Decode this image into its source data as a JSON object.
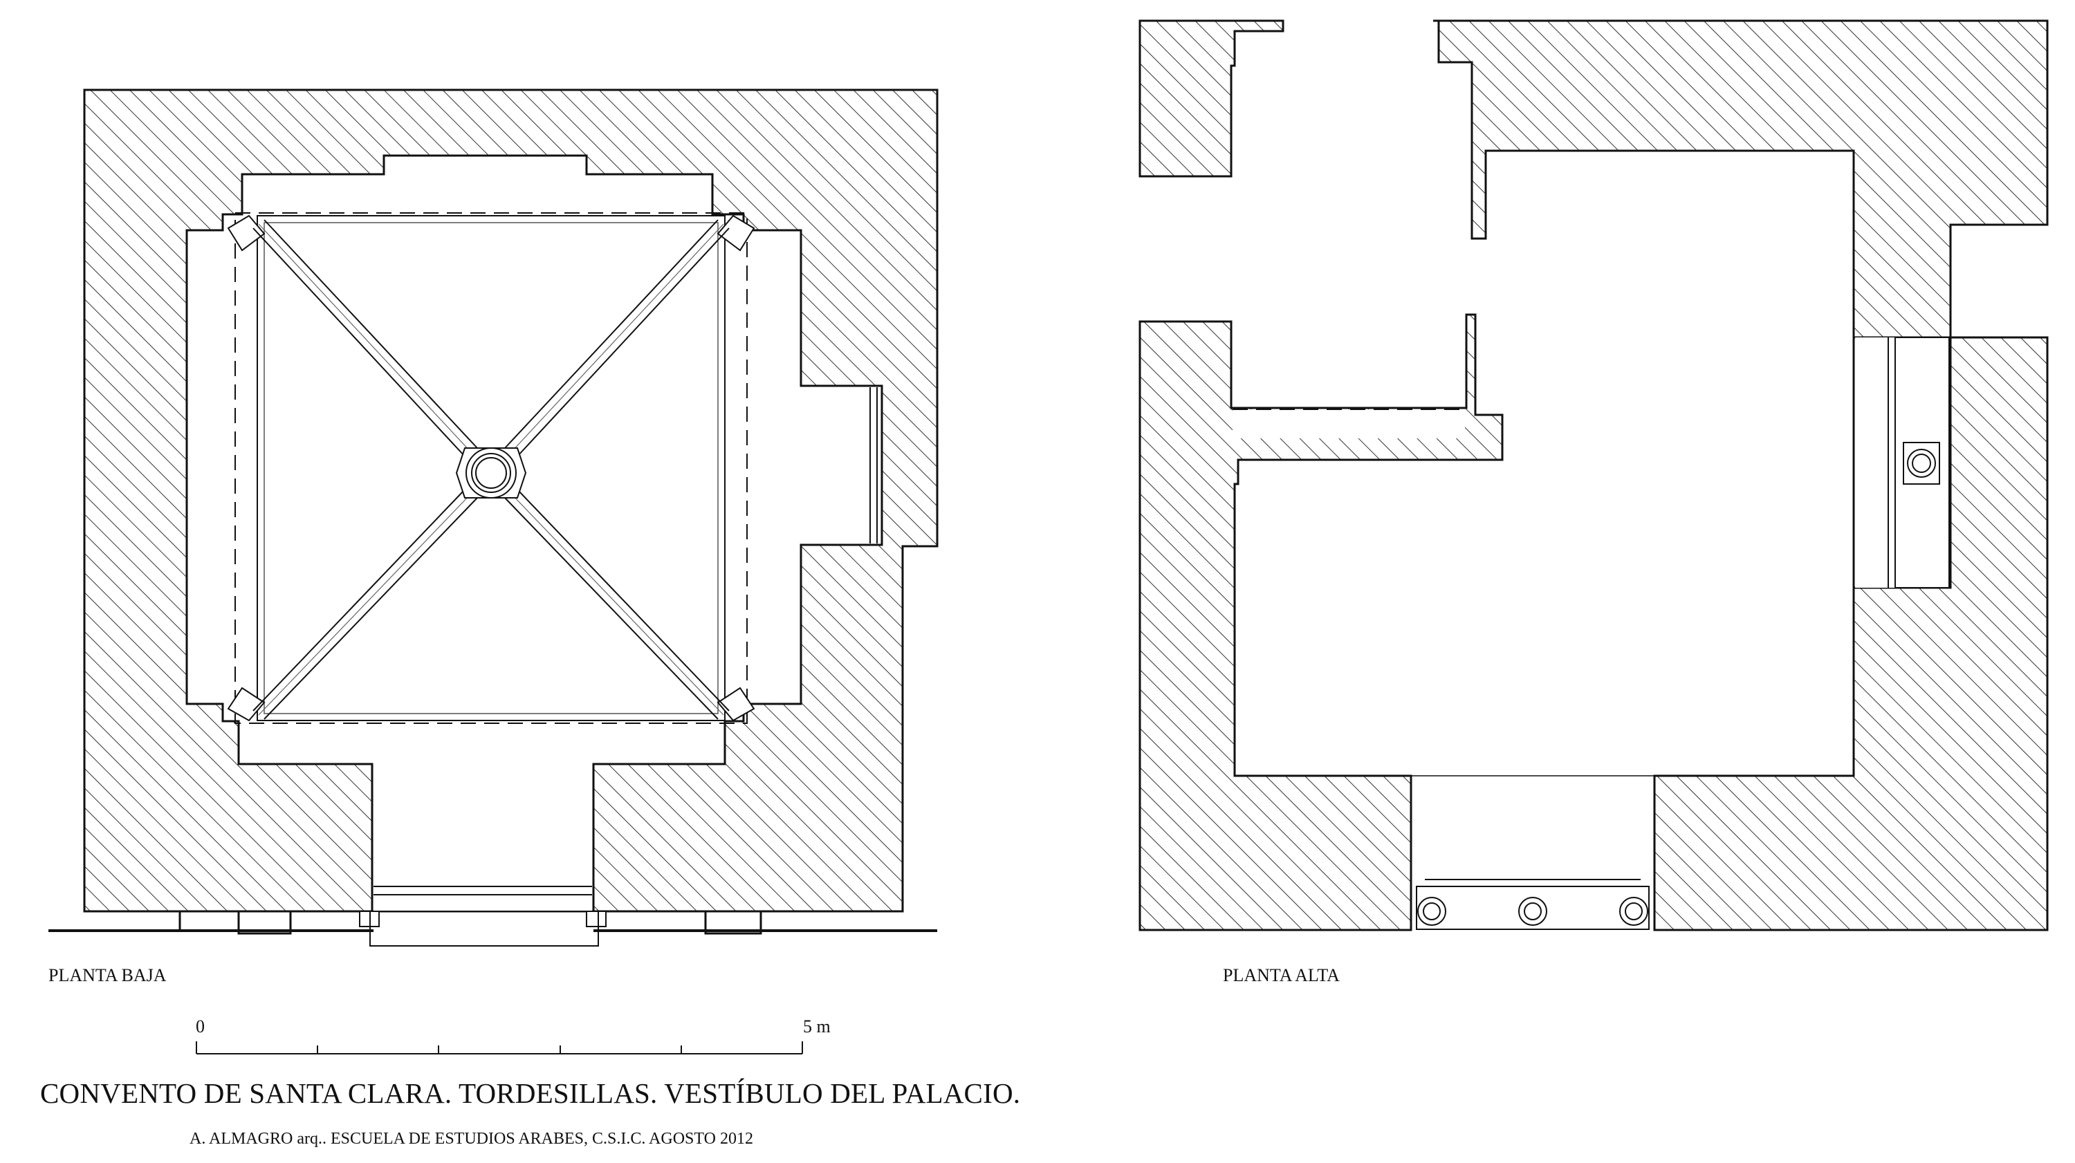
{
  "labels": {
    "planta_baja": "PLANTA BAJA",
    "planta_alta": "PLANTA ALTA",
    "scale_start": "0",
    "scale_end": "5 m",
    "title": "CONVENTO DE SANTA CLARA. TORDESILLAS. VESTÍBULO DEL PALACIO.",
    "credit": "A. ALMAGRO arq.. ESCUELA DE ESTUDIOS ARABES, C.S.I.C. AGOSTO 2012"
  },
  "colors": {
    "line": "#111111",
    "hatch": "#333333",
    "background": "#ffffff"
  }
}
